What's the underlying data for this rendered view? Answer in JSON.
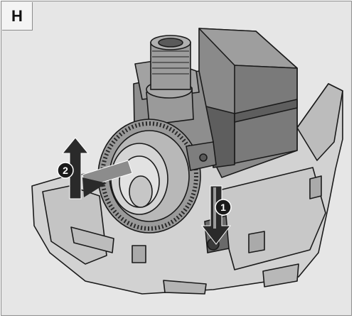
{
  "panel_label": "H",
  "steps": [
    {
      "number": "1",
      "action": "press-down"
    },
    {
      "number": "2",
      "action": "lift-and-pull-out"
    }
  ],
  "colors": {
    "background": "#e6e6e6",
    "housing": "#8a8a8a",
    "housing_dark": "#5e5e5e",
    "base_tray": "#d2d2d2",
    "outline": "#1a1a1a",
    "arrow": "#2a2a2a",
    "arrow_highlight": "#9a9a9a"
  },
  "icons": [
    "pump-illustration",
    "down-arrow-icon",
    "up-and-left-arrow-icon"
  ]
}
